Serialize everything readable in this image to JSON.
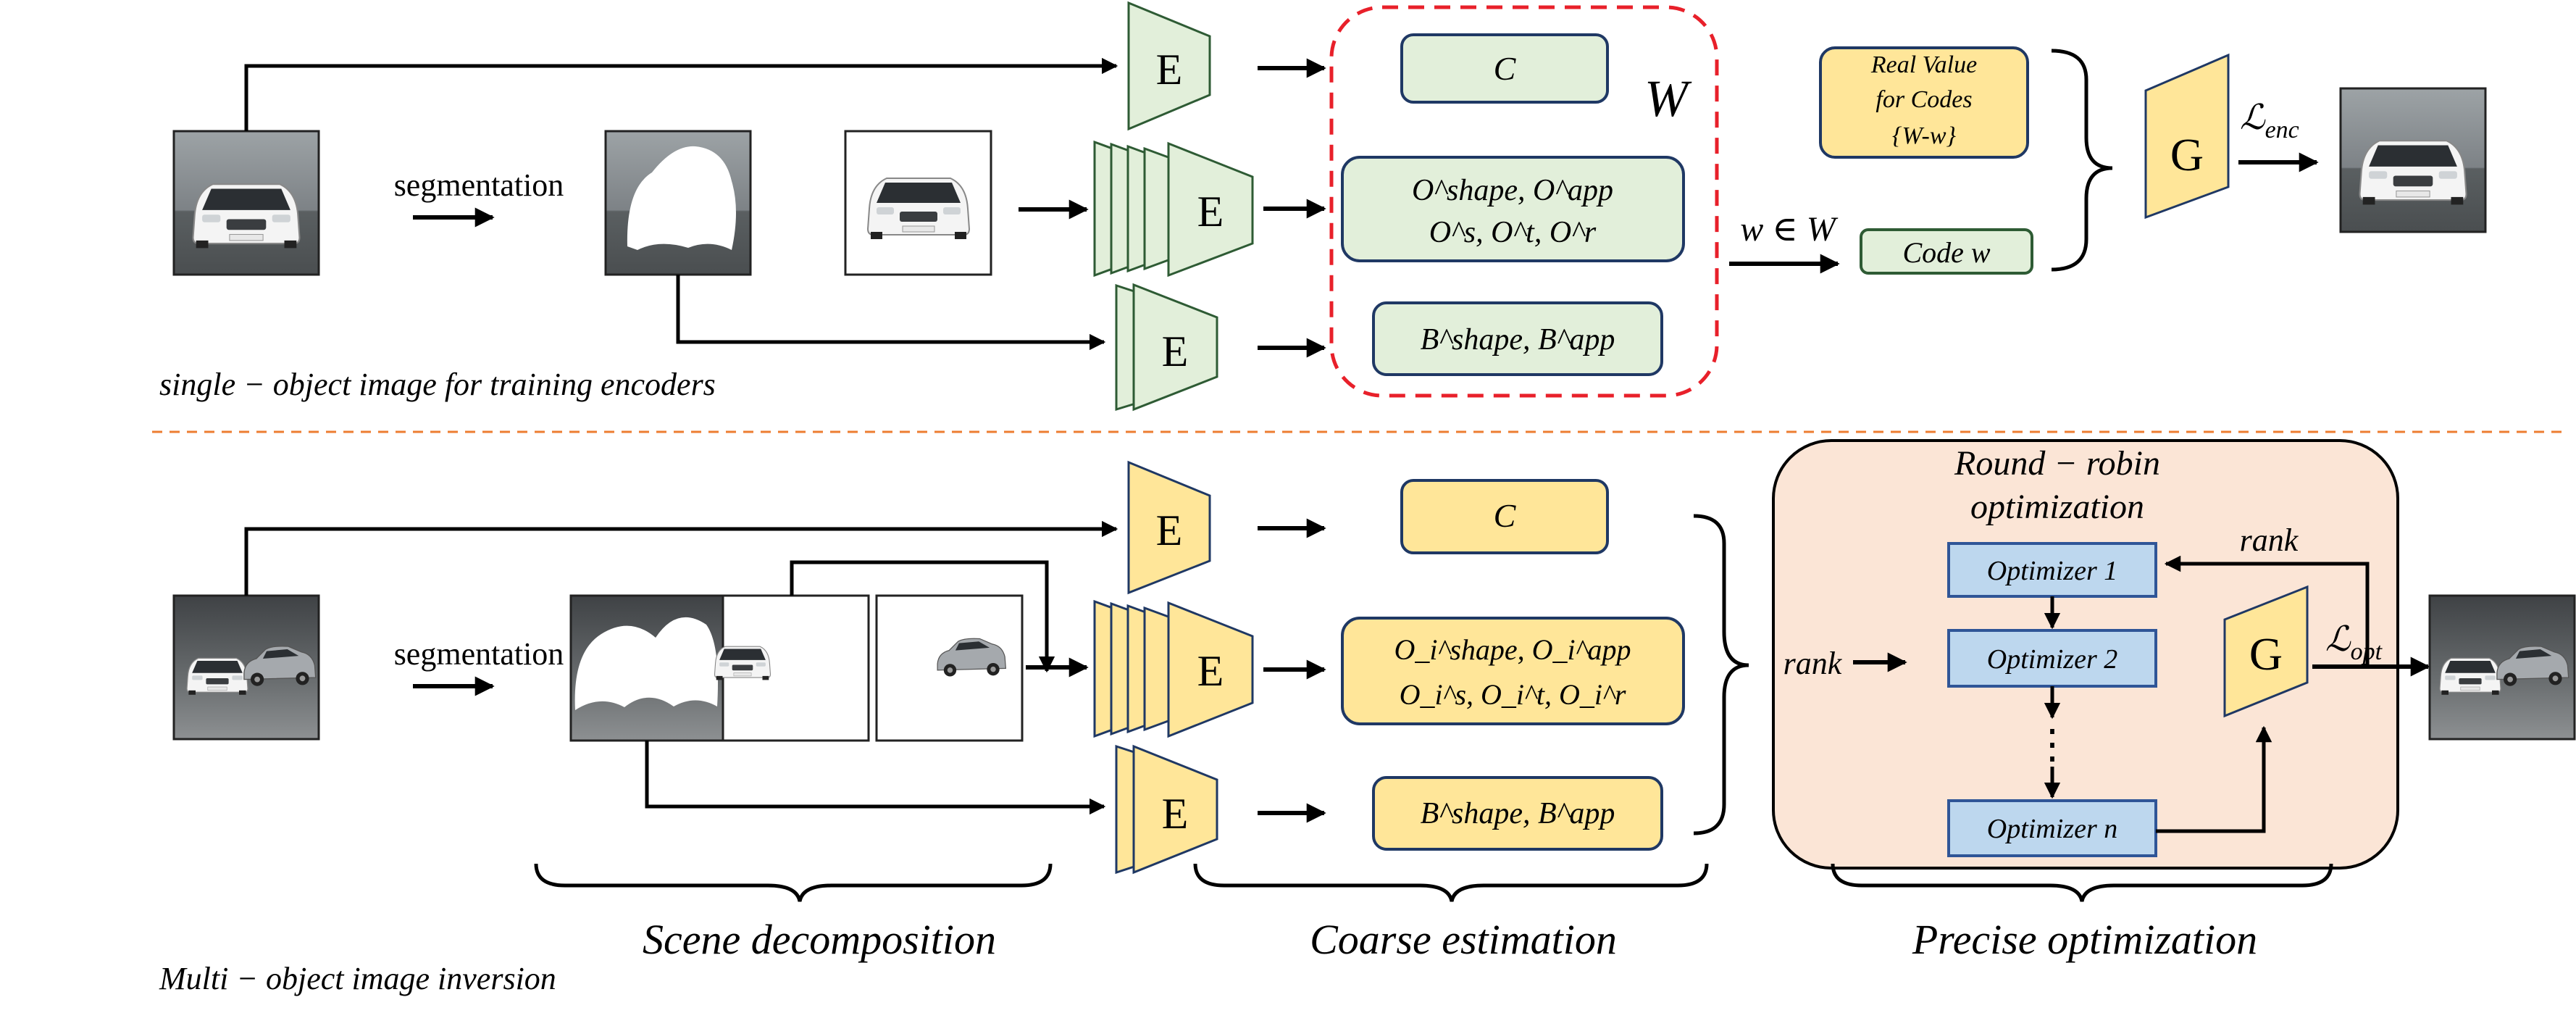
{
  "colors": {
    "green_fill": "#e2efda",
    "green_stroke": "#2e5b34",
    "yellow_fill": "#ffe699",
    "blue_fill": "#bdd7ee",
    "blue_stroke": "#2f5597",
    "dark_blue_stroke": "#1f3864",
    "peach_fill": "#fbe5d6",
    "red_dash": "#e8202a",
    "orange_dash": "#ed7d31"
  },
  "labels": {
    "encoder": "E",
    "generator": "G",
    "segmentation": "segmentation",
    "w_set": "W",
    "w_in_W": "w ∈ W",
    "real_value_line1": "Real Value",
    "real_value_line2": "for Codes",
    "real_value_line3": "{W-w}",
    "code_w": "Code w",
    "loss_enc": "ℒenc",
    "loss_opt": "ℒopt",
    "single_object_caption": "single − object image for training encoders",
    "multi_object_caption": "Multi − object image inversion",
    "scene_decomposition": "Scene decomposition",
    "coarse_estimation": "Coarse estimation",
    "precise_optimization": "Precise optimization",
    "round_robin_line1": "Round − robin",
    "round_robin_line2": "optimization",
    "rank": "rank",
    "optimizer_1": "Optimizer 1",
    "optimizer_2": "Optimizer 2",
    "optimizer_n": "Optimizer n",
    "vdots": "⋮"
  },
  "codes_top": {
    "c": "C",
    "obj_line1": "O^shape, O^app",
    "obj_line2": "O^s, O^t, O^r",
    "bg": "B^shape, B^app"
  },
  "codes_bottom": {
    "c": "C",
    "obj_line1": "O_i^shape, O_i^app",
    "obj_line2": "O_i^s, O_i^t, O_i^r",
    "bg": "B^shape, B^app"
  },
  "icons": {
    "car_thumbnail": "car-image",
    "scene_thumbnail": "two-cars-scene-image",
    "mask_thumbnail": "segmentation-mask-image"
  }
}
